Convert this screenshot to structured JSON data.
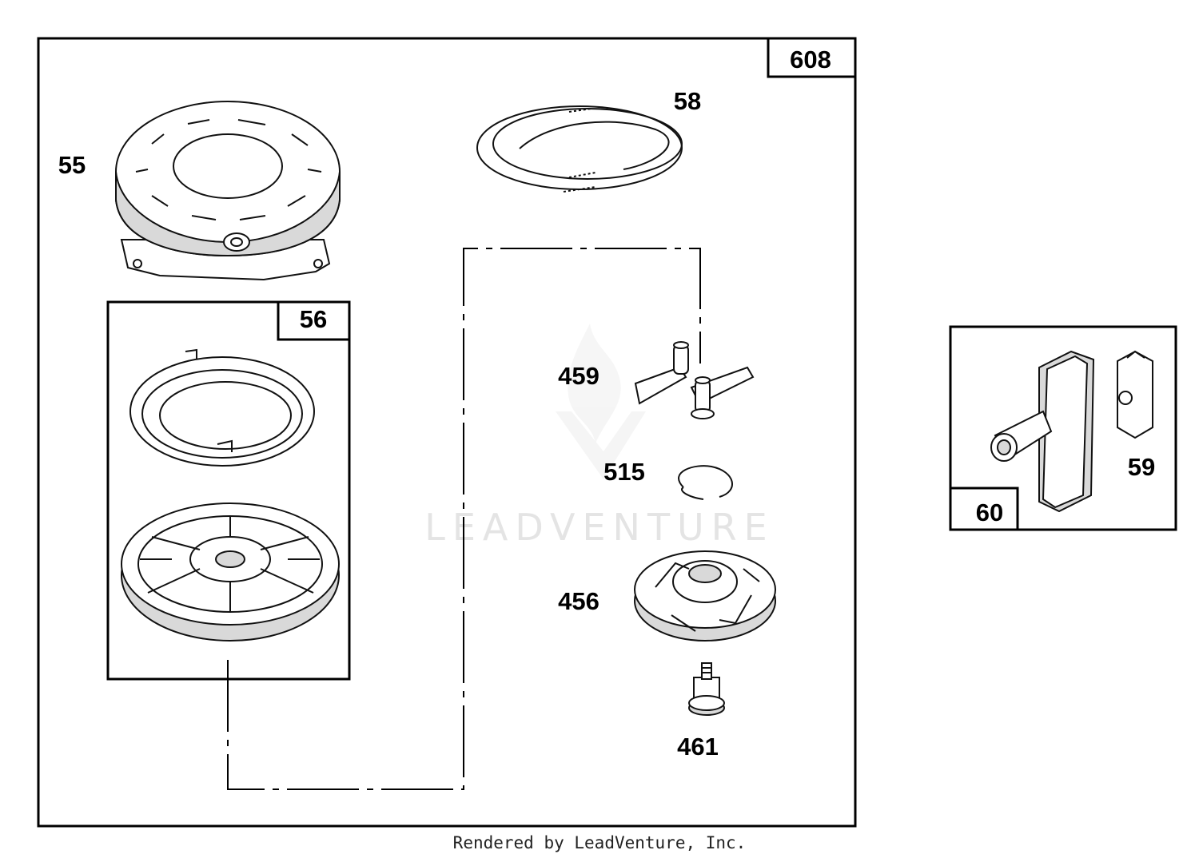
{
  "diagram": {
    "assembly_box_label": "608",
    "starter_box_label": "56",
    "handle_box_label": "60",
    "callouts": {
      "housing": "55",
      "rope": "58",
      "pawl": "459",
      "retainer_ring": "515",
      "pawl_retainer": "456",
      "screw": "461",
      "insert": "59"
    },
    "watermark": "LEADVENTURE"
  },
  "footer": {
    "credit": "Rendered by LeadVenture, Inc."
  }
}
